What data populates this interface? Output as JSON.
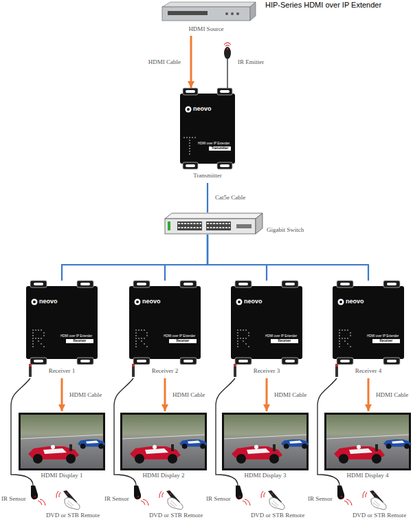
{
  "diagram": {
    "title": "HIP-Series HDMI over IP Extender",
    "nodes": [
      {
        "text": [
          "HDMI Source"
        ]
      },
      {
        "text": [
          "IR Emitter"
        ]
      },
      {
        "text": [
          "neovo",
          "HDMI over IP Extender",
          "Transmitter",
          "Transmitter"
        ]
      },
      {
        "text": [
          "Gigabit Switch"
        ]
      },
      {
        "text": [
          "neovo",
          "HDMI over IP Extender",
          "Receiver",
          "Receiver 1"
        ]
      },
      {
        "text": [
          "neovo",
          "HDMI over IP Extender",
          "Receiver",
          "Receiver 2"
        ]
      },
      {
        "text": [
          "neovo",
          "HDMI over IP Extender",
          "Receiver",
          "Receiver 3"
        ]
      },
      {
        "text": [
          "neovo",
          "HDMI over IP Extender",
          "Receiver",
          "Receiver 4"
        ]
      },
      {
        "text": [
          "HDMI Display 1"
        ]
      },
      {
        "text": [
          "HDMI Display 2"
        ]
      },
      {
        "text": [
          "HDMI Display 3"
        ]
      },
      {
        "text": [
          "HDMI Display 4"
        ]
      },
      {
        "text": [
          "IR Sensor"
        ]
      },
      {
        "text": [
          "IR Sensor"
        ]
      },
      {
        "text": [
          "IR Sensor"
        ]
      },
      {
        "text": [
          "IR Sensor"
        ]
      },
      {
        "text": [
          "DVD or STB Remote"
        ]
      },
      {
        "text": [
          "DVD or STB Remote"
        ]
      },
      {
        "text": [
          "DVD or STB Remote"
        ]
      },
      {
        "text": [
          "DVD or STB Remote"
        ]
      }
    ],
    "edges": [
      {
        "from": 0,
        "to": 2,
        "label": "HDMI Cable",
        "arrow": "to"
      },
      {
        "from": 1,
        "to": 2,
        "arrow": "none"
      },
      {
        "from": 2,
        "to": 3,
        "label": "Cat5e Cable",
        "arrow": "none"
      },
      {
        "from": 3,
        "to": 4,
        "arrow": "none"
      },
      {
        "from": 3,
        "to": 5,
        "arrow": "none"
      },
      {
        "from": 3,
        "to": 6,
        "arrow": "none"
      },
      {
        "from": 3,
        "to": 7,
        "arrow": "none"
      },
      {
        "from": 4,
        "to": 8,
        "label": "HDMI Cable",
        "arrow": "to"
      },
      {
        "from": 5,
        "to": 9,
        "label": "HDMI Cable",
        "arrow": "to"
      },
      {
        "from": 6,
        "to": 10,
        "label": "HDMI Cable",
        "arrow": "to"
      },
      {
        "from": 7,
        "to": 11,
        "label": "HDMI Cable",
        "arrow": "to"
      },
      {
        "from": 4,
        "to": 12,
        "arrow": "none"
      },
      {
        "from": 5,
        "to": 13,
        "arrow": "none"
      },
      {
        "from": 6,
        "to": 14,
        "arrow": "none"
      },
      {
        "from": 7,
        "to": 15,
        "arrow": "none"
      }
    ]
  }
}
